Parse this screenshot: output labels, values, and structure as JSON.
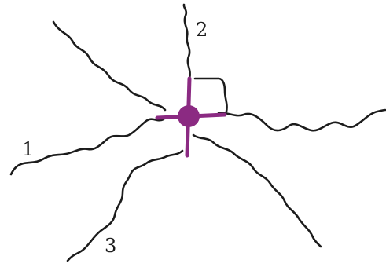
{
  "diagram": {
    "labels": {
      "one": "1",
      "two": "2",
      "three": "3"
    },
    "colors": {
      "branch_point": "#8b2a82",
      "chain": "#1c1c1c",
      "background": "#ffffff"
    }
  }
}
